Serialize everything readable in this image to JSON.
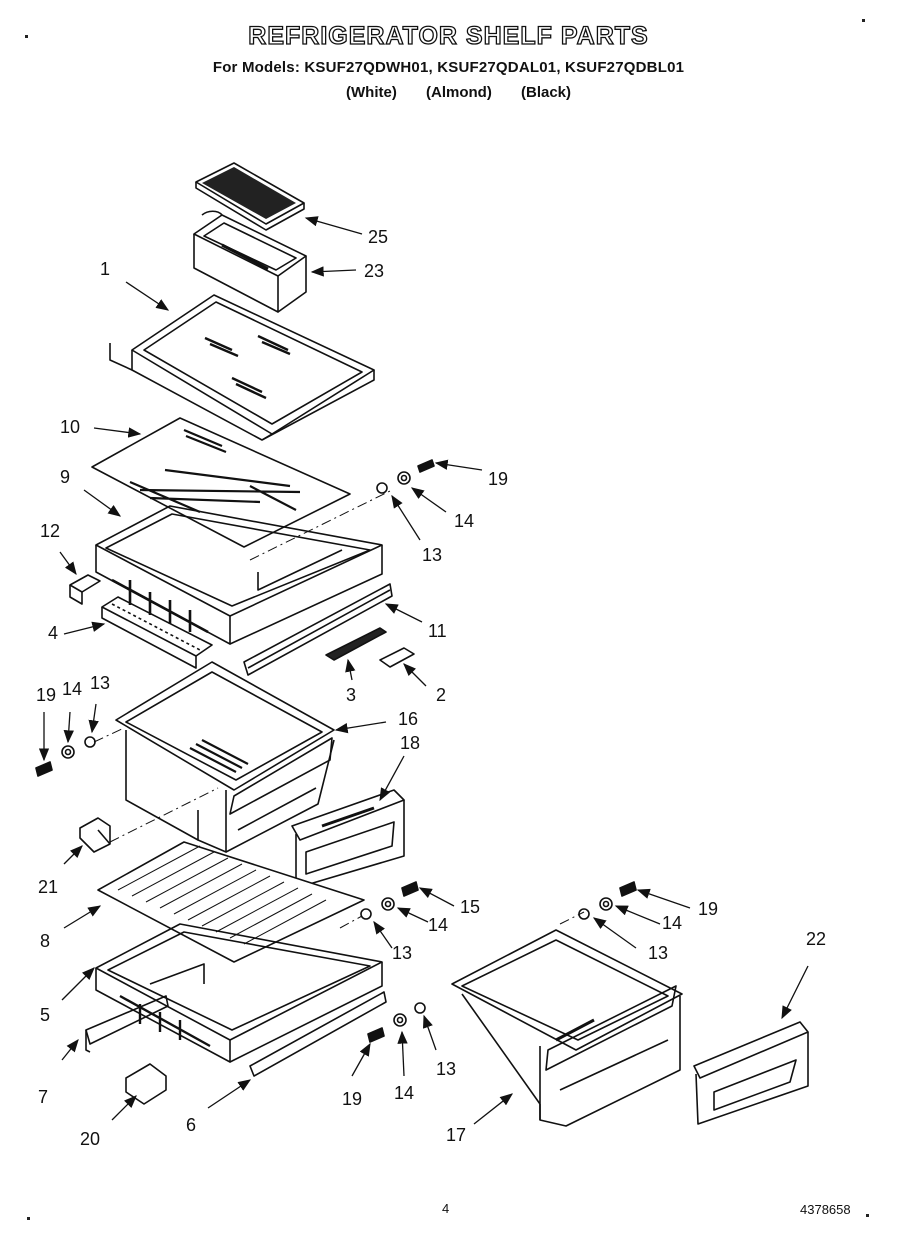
{
  "header": {
    "title": "REFRIGERATOR SHELF PARTS",
    "models_line": "For Models: KSUF27QDWH01, KSUF27QDAL01, KSUF27QDBL01",
    "colors": [
      "(White)",
      "(Almond)",
      "(Black)"
    ]
  },
  "callouts": {
    "c25": "25",
    "c23": "23",
    "c1": "1",
    "c10": "10",
    "c9": "9",
    "c19a": "19",
    "c14a": "14",
    "c13a": "13",
    "c12": "12",
    "c4": "4",
    "c11": "11",
    "c3": "3",
    "c2": "2",
    "c19b": "19",
    "c14b": "14",
    "c13b": "13",
    "c16": "16",
    "c18": "18",
    "c21": "21",
    "c8": "8",
    "c15": "15",
    "c14c": "14",
    "c13c": "13",
    "c19c": "19",
    "c14d": "14",
    "c13d": "13",
    "c22": "22",
    "c5": "5",
    "c7": "7",
    "c20": "20",
    "c6": "6",
    "c19d": "19",
    "c14e": "14",
    "c13e": "13",
    "c17": "17"
  },
  "footer": {
    "page": "4",
    "doc_number": "4378658"
  }
}
